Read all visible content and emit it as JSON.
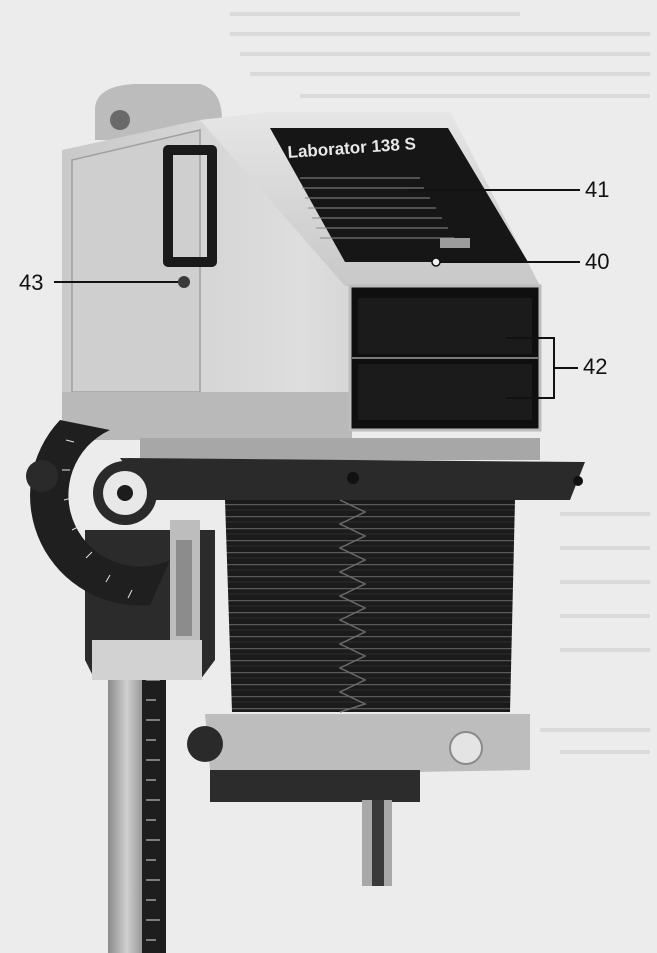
{
  "callouts": [
    {
      "id": "41",
      "label": "41"
    },
    {
      "id": "40",
      "label": "40"
    },
    {
      "id": "42",
      "label": "42"
    },
    {
      "id": "43",
      "label": "43"
    }
  ],
  "nameplate": {
    "title": "Laborator 138 S"
  },
  "colors": {
    "background_paper": "#ededed",
    "housing": "#d6d6d6",
    "housing_shadow": "#a9a9a9",
    "dark_metal": "#2a2a2a",
    "bellows": "#1c1c1c"
  }
}
